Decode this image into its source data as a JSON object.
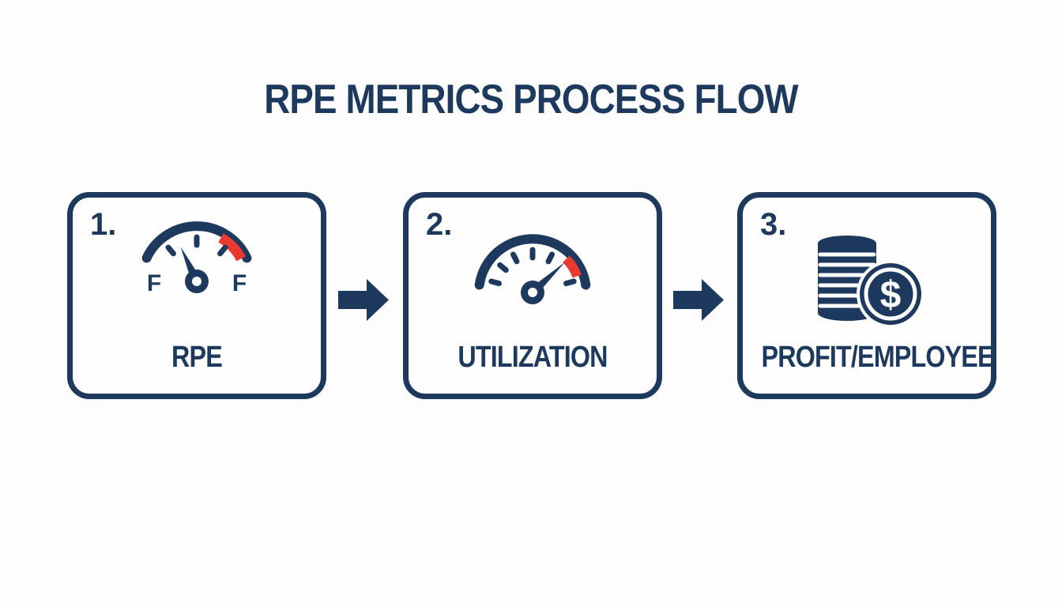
{
  "title": "RPE METRICS PROCESS FLOW",
  "colors": {
    "navy": "#1d3a5e",
    "red": "#ea392e",
    "background": "#fdfdfd"
  },
  "steps": [
    {
      "number": "1.",
      "label": "RPE",
      "icon": "fuel-gauge-icon"
    },
    {
      "number": "2.",
      "label": "UTILIZATION",
      "icon": "speedometer-icon"
    },
    {
      "number": "3.",
      "label": "PROFIT/EMPLOYEE",
      "icon": "coin-stack-dollar-icon"
    }
  ],
  "connectors": [
    {
      "icon": "arrow-right-icon"
    },
    {
      "icon": "arrow-right-icon"
    }
  ],
  "gauge_labels": {
    "left": "F",
    "right": "F"
  },
  "coin": {
    "currency_symbol": "$"
  }
}
